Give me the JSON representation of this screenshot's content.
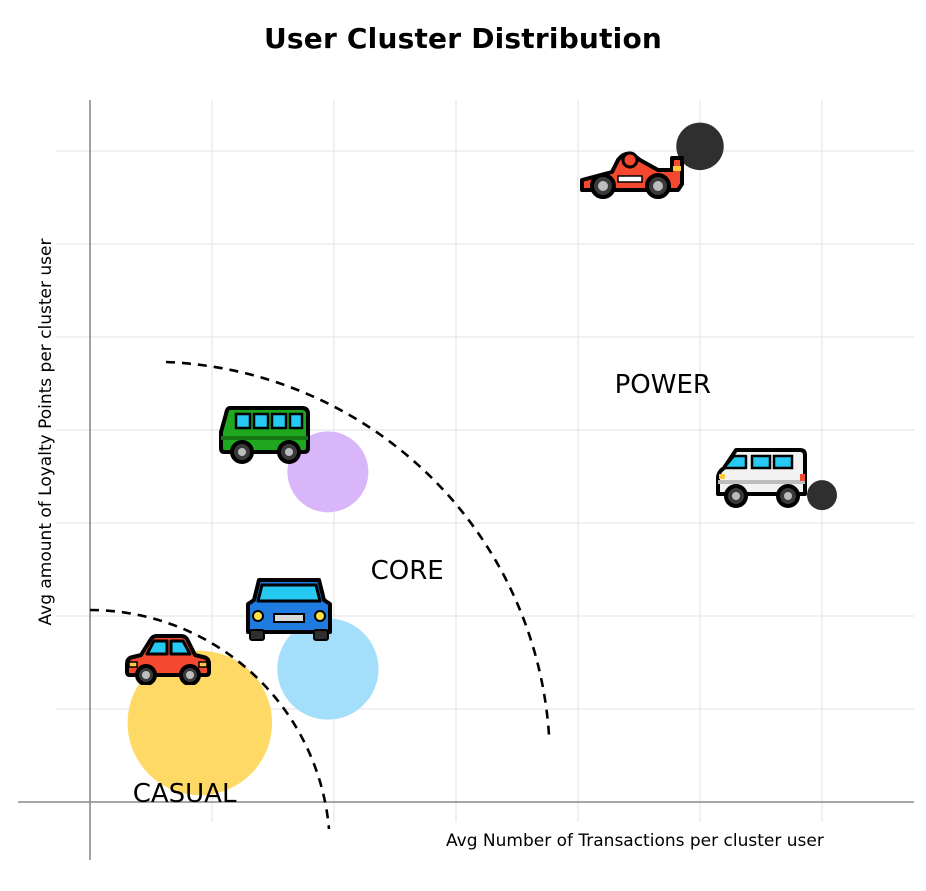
{
  "chart_data": {
    "type": "scatter",
    "title": "User Cluster Distribution",
    "xlabel": "Avg Number of Transactions per cluster user",
    "ylabel": "Avg amount of Loyalty Points per cluster user",
    "xlim": [
      0,
      6.8
    ],
    "ylim": [
      0,
      7.2
    ],
    "grid": true,
    "tick_labels_shown": false,
    "zones": [
      {
        "label": "CASUAL",
        "x": 0.35,
        "y": 0.0
      },
      {
        "label": "CORE",
        "x": 2.3,
        "y": 2.4
      },
      {
        "label": "POWER",
        "x": 4.3,
        "y": 4.4
      }
    ],
    "points": [
      {
        "cluster": "casual",
        "icon": "red-car-icon",
        "x": 0.9,
        "y": 0.85,
        "size": 5.1,
        "color": "#FFD966"
      },
      {
        "cluster": "core-blue",
        "icon": "blue-car-icon",
        "x": 1.95,
        "y": 1.43,
        "size": 2.5,
        "color": "#A3DEFA"
      },
      {
        "cluster": "core-purple",
        "icon": "green-minibus-icon",
        "x": 1.95,
        "y": 3.55,
        "size": 1.6,
        "color": "#D8B6F9"
      },
      {
        "cluster": "power-racer",
        "icon": "race-car-icon",
        "x": 5.0,
        "y": 7.05,
        "size": 0.55,
        "color": "#2F2F2F"
      },
      {
        "cluster": "power-van",
        "icon": "white-van-icon",
        "x": 6.0,
        "y": 3.3,
        "size": 0.22,
        "color": "#2F2F2F"
      }
    ]
  }
}
